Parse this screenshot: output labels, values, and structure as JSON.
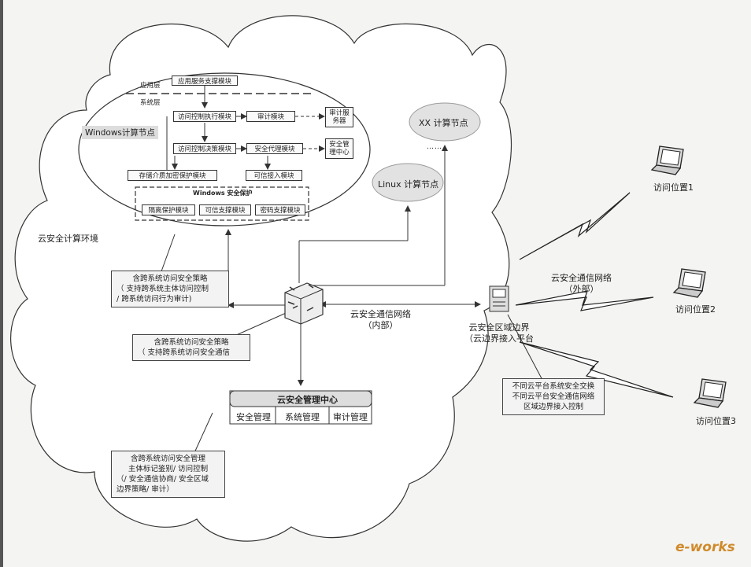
{
  "nodes": {
    "app_layer": "应用层",
    "sys_layer": "系统层",
    "app_support": "应用服务支撑模块",
    "access_exec": "访问控制执行模块",
    "audit_module": "审计模块",
    "audit_server": [
      "审计服",
      "务器"
    ],
    "access_decision": "访问控制决策模块",
    "security_proxy": "安全代理模块",
    "security_center": [
      "安全管",
      "理中心"
    ],
    "storage_encrypt": "存储介质加密保护模块",
    "trusted_access": "可信接入模块",
    "win_security_title": "Windows  安全保护",
    "isolation": "隔离保护模块",
    "trusted_support": "可信支撑模块",
    "crypto_support": "密码支撑模块",
    "windows_node": "Windows计算节点",
    "xx_node": "XX 计算节点",
    "linux_node": "Linux 计算节点",
    "ellipsis": "……",
    "cloud_env": "云安全计算环境",
    "comm_internal": [
      "云安全通信网络",
      "（内部）"
    ],
    "comm_external": [
      "云安全通信网络",
      "（外部）"
    ],
    "boundary": [
      "云安全区域边界",
      "（云边界接入平台"
    ],
    "mgmt_center": "云安全管理中心",
    "mgmt_items": [
      "安全管理",
      "系统管理",
      "审计管理"
    ],
    "access1": "访问位置1",
    "access2": "访问位置2",
    "access3": "访问位置3",
    "watermark": "e-works"
  },
  "notes": {
    "policy_env": [
      "含跨系统访问安全策略",
      "（  支持跨系统主体访问控制",
      "/   跨系统访问行为审计)"
    ],
    "policy_comm": [
      "含跨系统访问安全策略",
      "（  支持跨系统访问安全通信"
    ],
    "policy_boundary": [
      "不同云平台系统安全交换",
      "不同云平台安全通信网络",
      "区域边界接入控制"
    ],
    "policy_mgmt": [
      "含跨系统访问安全管理",
      "主体标记鉴别/ 访问控制",
      "（/  安全通信协商/ 安全区域",
      "边界策略/ 审计）"
    ]
  },
  "colors": {
    "line": "#333333",
    "background": "#f4f4f2",
    "header_fill": "#dddddd",
    "watermark": "#d08a2a"
  }
}
